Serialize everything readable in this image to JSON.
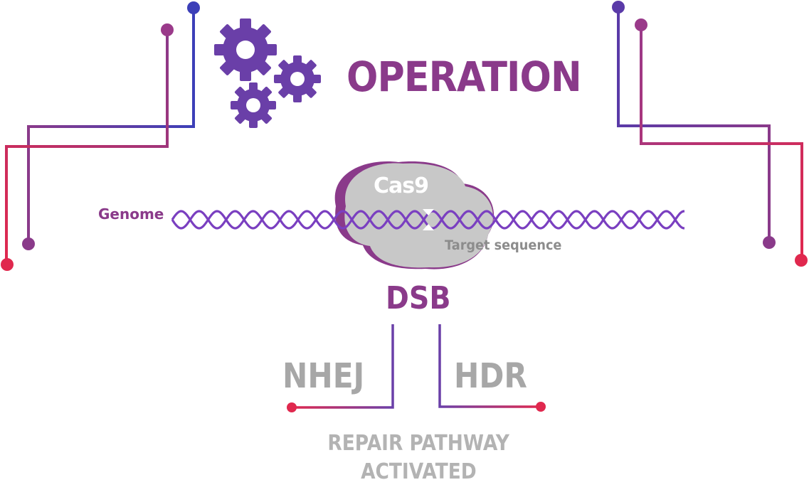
{
  "title": "OPERATION",
  "genome_label": "Genome",
  "cas9_label": "Cas9",
  "target_label": "Target sequence",
  "dsb_label": "DSB",
  "nhej_label": "NHEJ",
  "hdr_label": "HDR",
  "repair_line1": "REPAIR PATHWAY",
  "repair_line2": "ACTIVATED",
  "icons": [
    "gears-icon",
    "cut-site-icon"
  ],
  "colors": {
    "purple": "#6a3fa8",
    "magenta": "#8a3a8a",
    "red": "#e0284e",
    "blue": "#3c3fb8",
    "grey_text": "#a7a7a7",
    "cas9_fill": "#c8c8c8"
  }
}
